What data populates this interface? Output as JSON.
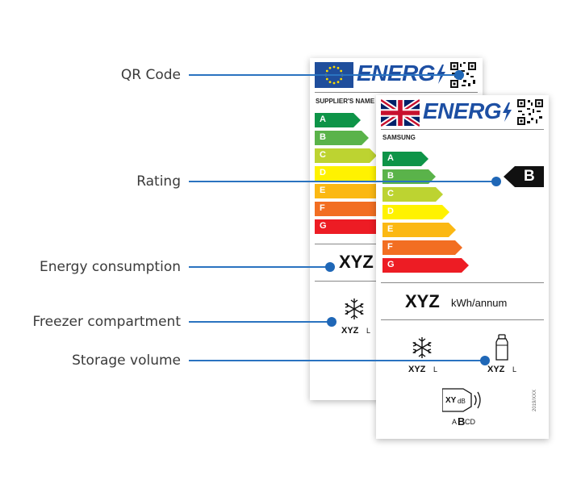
{
  "callouts": [
    {
      "label": "QR Code"
    },
    {
      "label": "Rating"
    },
    {
      "label": "Energy consumption"
    },
    {
      "label": "Freezer compartment"
    },
    {
      "label": "Storage volume"
    }
  ],
  "eu_label": {
    "brand": "ENERG",
    "supplier": "SUPPLIER'S NAME",
    "classes": [
      "A",
      "B",
      "C",
      "D",
      "E",
      "F",
      "G"
    ],
    "consumption": "XYZ",
    "freezer_volume": "XYZ",
    "freezer_unit": "L"
  },
  "uk_label": {
    "brand": "ENERG",
    "supplier": "SAMSUNG",
    "classes": [
      "A",
      "B",
      "C",
      "D",
      "E",
      "F",
      "G"
    ],
    "rating": "B",
    "consumption": "XYZ",
    "consumption_unit": "kWh/annum",
    "freezer_volume": "XYZ",
    "freezer_unit": "L",
    "storage_volume": "XYZ",
    "storage_unit": "L",
    "noise_value": "XY",
    "noise_unit": "dB",
    "noise_class_a": "A",
    "noise_class_b": "B",
    "noise_class_cd": "CD",
    "regulation": "2019/XXX"
  },
  "colors": {
    "accent": "#1f67b7",
    "A": "#0e9448",
    "B": "#5ab34a",
    "C": "#bdd331",
    "D": "#fff200",
    "E": "#fbb813",
    "F": "#f26e22",
    "G": "#ed1c24"
  }
}
